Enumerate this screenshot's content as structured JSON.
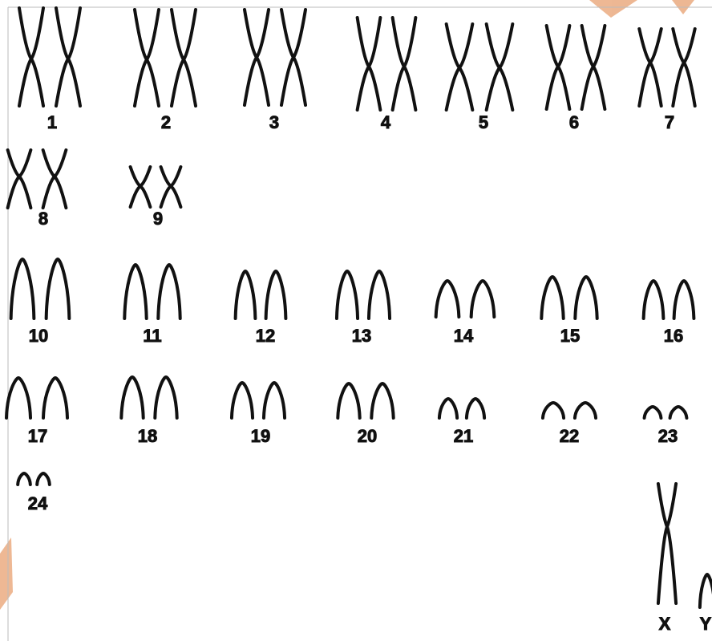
{
  "colors": {
    "background": "#ffffff",
    "stroke": "#111111",
    "watermark": "#e8a070"
  },
  "chromosomes": [
    {
      "label": "1",
      "form": "X"
    },
    {
      "label": "2",
      "form": "X"
    },
    {
      "label": "3",
      "form": "X"
    },
    {
      "label": "4",
      "form": "X"
    },
    {
      "label": "5",
      "form": "X"
    },
    {
      "label": "6",
      "form": "X"
    },
    {
      "label": "7",
      "form": "X"
    },
    {
      "label": "8",
      "form": "X"
    },
    {
      "label": "9",
      "form": "X"
    },
    {
      "label": "10",
      "form": "arch"
    },
    {
      "label": "11",
      "form": "arch"
    },
    {
      "label": "12",
      "form": "arch"
    },
    {
      "label": "13",
      "form": "arch"
    },
    {
      "label": "14",
      "form": "arch"
    },
    {
      "label": "15",
      "form": "arch"
    },
    {
      "label": "16",
      "form": "arch"
    },
    {
      "label": "17",
      "form": "arch"
    },
    {
      "label": "18",
      "form": "arch"
    },
    {
      "label": "19",
      "form": "arch"
    },
    {
      "label": "20",
      "form": "arch"
    },
    {
      "label": "21",
      "form": "arch"
    },
    {
      "label": "22",
      "form": "arch"
    },
    {
      "label": "23",
      "form": "arch"
    },
    {
      "label": "24",
      "form": "arch"
    }
  ],
  "sex_chromosomes": [
    {
      "label": "X",
      "form": "X"
    },
    {
      "label": "Y",
      "form": "arch"
    }
  ]
}
